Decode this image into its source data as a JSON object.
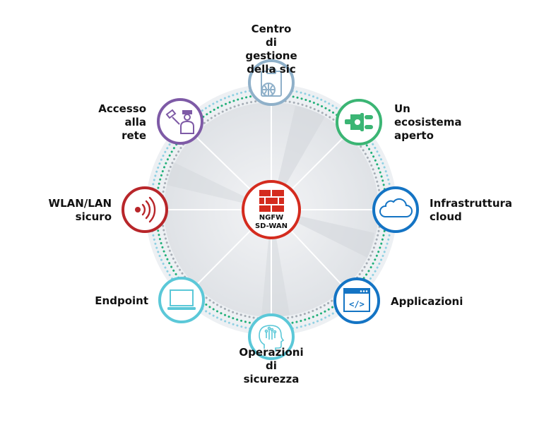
{
  "hub": {
    "line1": "NGFW",
    "line2": "SD-WAN",
    "accent": "#d42b1e"
  },
  "nodes": [
    {
      "id": "management",
      "label": "Centro\ndi\ngestione\ndella sic",
      "color": "#8fb0c9",
      "icon": "clipboard-globe-icon"
    },
    {
      "id": "ecosystem",
      "label": "Un\necosistema\naperto",
      "color": "#3bb574",
      "icon": "plug-icon"
    },
    {
      "id": "cloud",
      "label": "Infrastruttura\ncloud",
      "color": "#1474c4",
      "icon": "cloud-icon"
    },
    {
      "id": "apps",
      "label": "Applicazioni",
      "color": "#1474c4",
      "icon": "code-window-icon"
    },
    {
      "id": "secops",
      "label": "Operazioni\ndi\nsicurezza",
      "color": "#5bc8d8",
      "icon": "ai-head-icon"
    },
    {
      "id": "endpoint",
      "label": "Endpoint",
      "color": "#5bc8d8",
      "icon": "laptop-icon"
    },
    {
      "id": "wlan",
      "label": "WLAN/LAN\nsicuro",
      "color": "#b8262a",
      "icon": "wireless-icon"
    },
    {
      "id": "access",
      "label": "Accesso\nalla\nrete",
      "color": "#7e5aa6",
      "icon": "user-access-icon"
    }
  ]
}
